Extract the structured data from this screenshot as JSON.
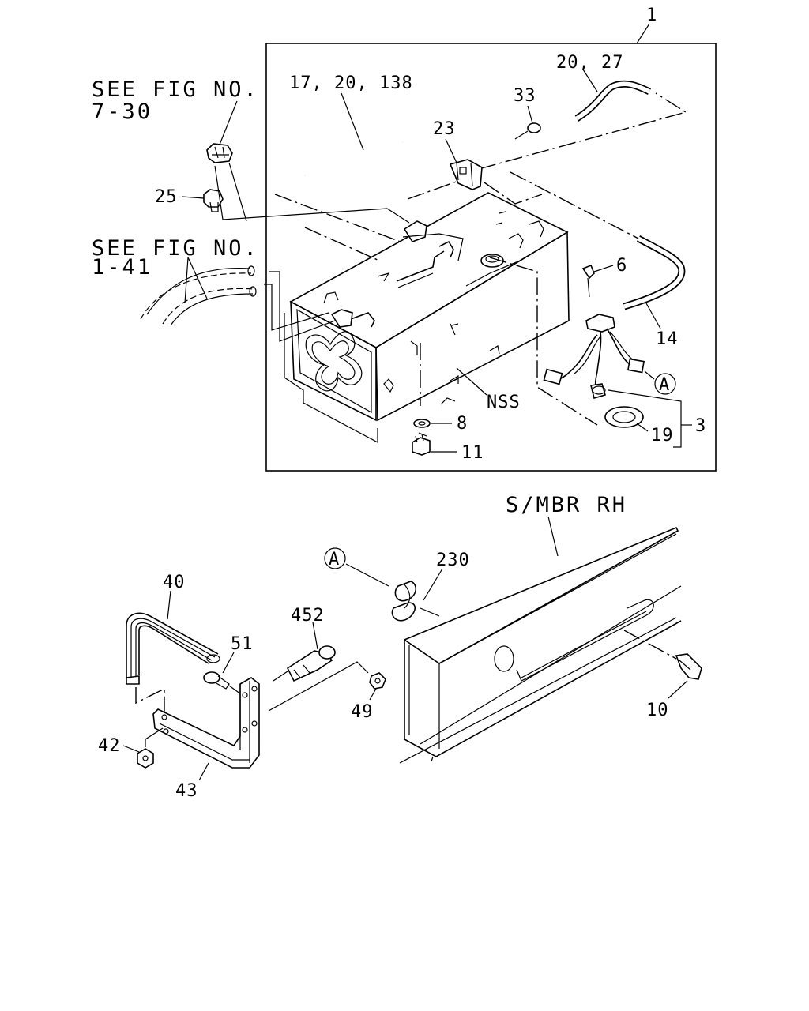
{
  "labels": {
    "assembly": "1",
    "hose_a": "17, 20, 138",
    "hose_b": "20, 27",
    "screw_33": "33",
    "clip_23": "23",
    "cap_25": "25",
    "screw_6": "6",
    "hose_14": "14",
    "sender_3": "3",
    "gasket_19": "19",
    "washer_8": "8",
    "plug_11": "11",
    "nss": "NSS",
    "marker_a": "A",
    "marker_a2": "A",
    "side_member": "S/MBR RH",
    "clip_230": "230",
    "band_40": "40",
    "bolt_51": "51",
    "bolt_452": "452",
    "nut_49": "49",
    "nut_42": "42",
    "bracket_43": "43",
    "clip_10": "10"
  },
  "references": {
    "ref1_line1": "SEE FIG NO.",
    "ref1_line2": "7-30",
    "ref2_line1": "SEE FIG NO.",
    "ref2_line2": "1-41"
  }
}
